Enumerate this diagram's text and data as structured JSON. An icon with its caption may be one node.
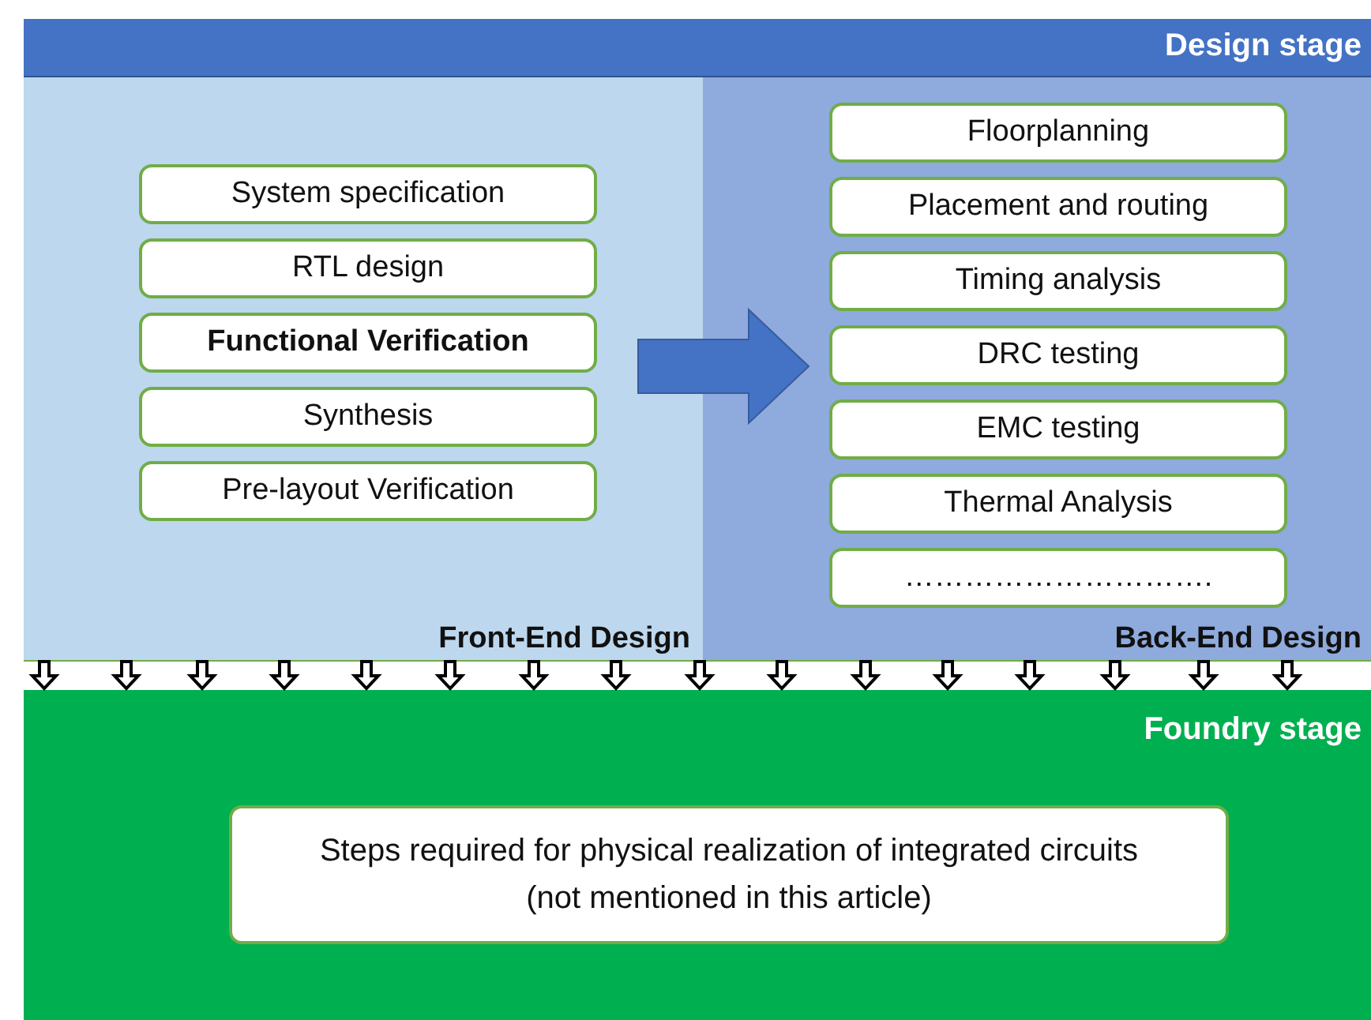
{
  "diagram": {
    "nodes": [
      {
        "text": [
          "Design stage"
        ]
      },
      {
        "text": [
          "Front-End Design"
        ],
        "in": 0
      },
      {
        "text": [
          "System specification"
        ],
        "in": 1
      },
      {
        "text": [
          "RTL design"
        ],
        "in": 1
      },
      {
        "text": [
          "Functional Verification"
        ],
        "in": 1
      },
      {
        "text": [
          "Synthesis"
        ],
        "in": 1
      },
      {
        "text": [
          "Pre-layout Verification"
        ],
        "in": 1
      },
      {
        "text": [
          "Back-End Design"
        ],
        "in": 0
      },
      {
        "text": [
          "Floorplanning"
        ],
        "in": 7
      },
      {
        "text": [
          "Placement and routing"
        ],
        "in": 7
      },
      {
        "text": [
          "Timing analysis"
        ],
        "in": 7
      },
      {
        "text": [
          "DRC testing"
        ],
        "in": 7
      },
      {
        "text": [
          "EMC testing"
        ],
        "in": 7
      },
      {
        "text": [
          "Thermal Analysis"
        ],
        "in": 7
      },
      {
        "text": [
          "…………………………."
        ],
        "in": 7
      },
      {
        "text": [
          "Foundry stage"
        ]
      },
      {
        "text": [
          "Steps required for physical realization of integrated circuits (not mentioned in this article)"
        ],
        "in": 15
      }
    ],
    "edges": [
      {
        "from": 4,
        "to": 11,
        "arrow": "to",
        "style": "thick",
        "color": "#4472c4"
      },
      {
        "from": 0,
        "to": 15,
        "arrow": "to"
      },
      {
        "from": 0,
        "to": 15,
        "arrow": "to"
      },
      {
        "from": 0,
        "to": 15,
        "arrow": "to"
      },
      {
        "from": 0,
        "to": 15,
        "arrow": "to"
      },
      {
        "from": 0,
        "to": 15,
        "arrow": "to"
      },
      {
        "from": 0,
        "to": 15,
        "arrow": "to"
      },
      {
        "from": 0,
        "to": 15,
        "arrow": "to"
      },
      {
        "from": 0,
        "to": 15,
        "arrow": "to"
      },
      {
        "from": 0,
        "to": 15,
        "arrow": "to"
      },
      {
        "from": 0,
        "to": 15,
        "arrow": "to"
      },
      {
        "from": 0,
        "to": 15,
        "arrow": "to"
      },
      {
        "from": 0,
        "to": 15,
        "arrow": "to"
      },
      {
        "from": 0,
        "to": 15,
        "arrow": "to"
      },
      {
        "from": 0,
        "to": 15,
        "arrow": "to"
      },
      {
        "from": 0,
        "to": 15,
        "arrow": "to"
      },
      {
        "from": 0,
        "to": 15,
        "arrow": "to"
      }
    ]
  }
}
